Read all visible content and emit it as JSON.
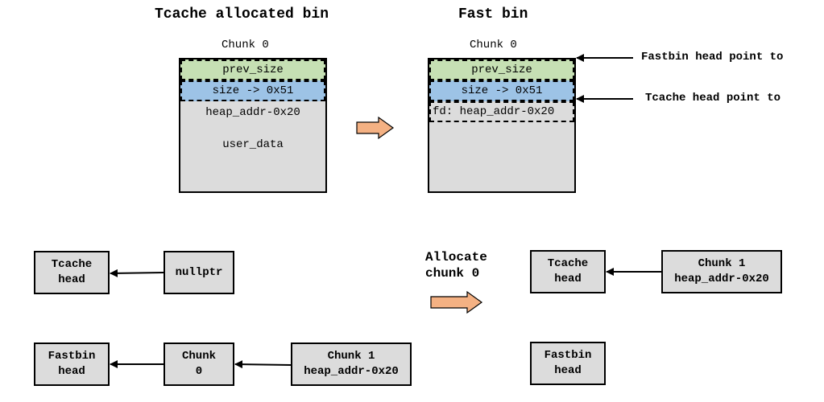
{
  "top": {
    "left_title": "Tcache allocated bin",
    "right_title": "Fast bin",
    "left_chunk": {
      "label": "Chunk 0",
      "prev_size": "prev_size",
      "size": "size -> 0x51",
      "heap_addr": "heap_addr-0x20",
      "user_data": "user_data"
    },
    "right_chunk": {
      "label": "Chunk 0",
      "prev_size": "prev_size",
      "size": "size -> 0x51",
      "fd": "fd: heap_addr-0x20"
    },
    "fastbin_note": "Fastbin head point to",
    "tcache_note": "Tcache head point to"
  },
  "bottom_left": {
    "tcache_head": [
      "Tcache",
      "head"
    ],
    "nullptr": "nullptr",
    "fastbin_head": [
      "Fastbin",
      "head"
    ],
    "chunk0": [
      "Chunk",
      "0"
    ],
    "chunk1": [
      "Chunk 1",
      "heap_addr-0x20"
    ]
  },
  "middle": {
    "allocate": [
      "Allocate",
      "chunk 0"
    ]
  },
  "bottom_right": {
    "tcache_head": [
      "Tcache",
      "head"
    ],
    "chunk1": [
      "Chunk 1",
      "heap_addr-0x20"
    ],
    "fastbin_head": [
      "Fastbin",
      "head"
    ]
  },
  "colors": {
    "prev_size": "#c6e0b4",
    "size": "#9dc3e6",
    "box_fill": "#dcdcdc",
    "arrow_fill": "#f4b183"
  }
}
